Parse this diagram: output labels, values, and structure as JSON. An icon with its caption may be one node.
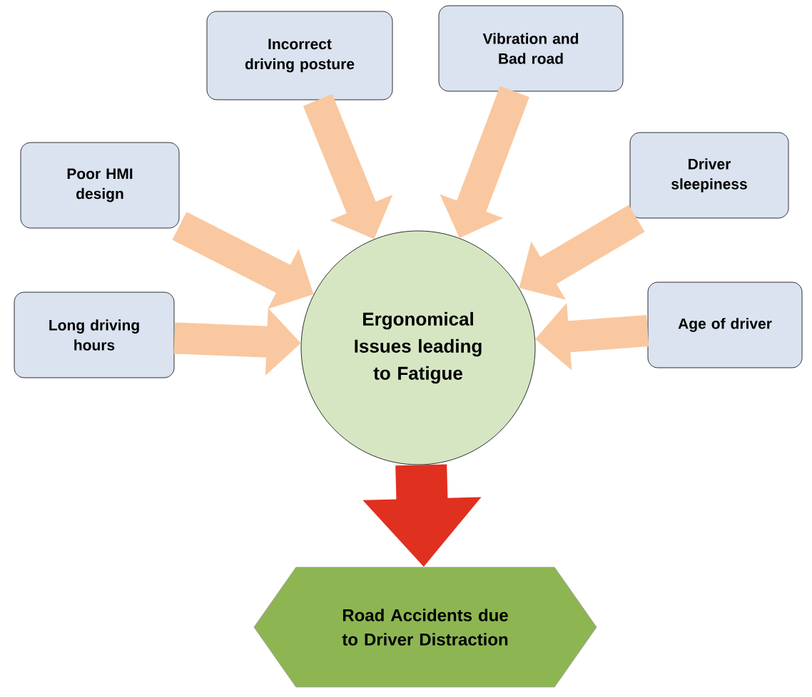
{
  "diagram": {
    "nodes": [
      {
        "text": [
          "Incorrect driving posture"
        ]
      },
      {
        "text": [
          "Vibration and Bad road"
        ]
      },
      {
        "text": [
          "Poor HMI design"
        ]
      },
      {
        "text": [
          "Driver sleepiness"
        ]
      },
      {
        "text": [
          "Long driving hours"
        ]
      },
      {
        "text": [
          "Age of driver"
        ]
      },
      {
        "text": [
          "Ergonomical Issues leading to Fatigue"
        ]
      },
      {
        "text": [
          "Road Accidents due to Driver Distraction"
        ]
      }
    ],
    "edges": [
      {
        "from": 0,
        "to": 6,
        "arrow": "to"
      },
      {
        "from": 1,
        "to": 6,
        "arrow": "to"
      },
      {
        "from": 2,
        "to": 6,
        "arrow": "to"
      },
      {
        "from": 3,
        "to": 6,
        "arrow": "to"
      },
      {
        "from": 4,
        "to": 6,
        "arrow": "to"
      },
      {
        "from": 5,
        "to": 6,
        "arrow": "to"
      },
      {
        "from": 6,
        "to": 7,
        "arrow": "to",
        "color": "#e03020"
      }
    ]
  }
}
